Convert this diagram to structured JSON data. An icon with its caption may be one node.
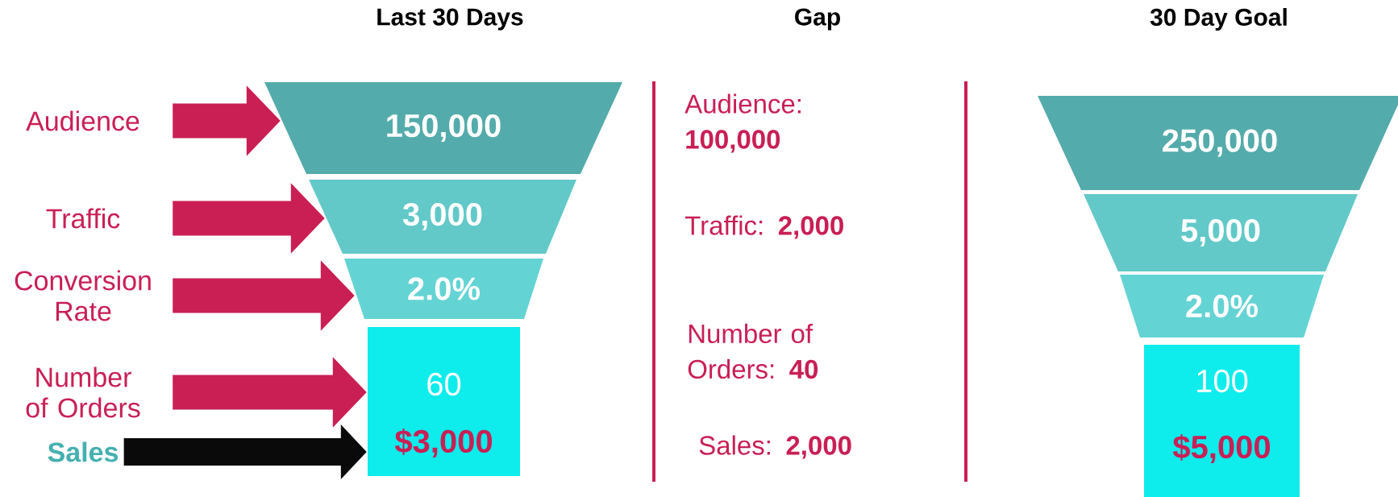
{
  "diagram": {
    "nodes": [
      {
        "text": [
          "Audience"
        ]
      },
      {
        "text": [
          "150,000"
        ]
      },
      {
        "text": [
          "Traffic"
        ]
      },
      {
        "text": [
          "3,000"
        ]
      },
      {
        "text": [
          "Conversion Rate"
        ]
      },
      {
        "text": [
          "2.0%"
        ]
      },
      {
        "text": [
          "Number of Orders"
        ]
      },
      {
        "text": [
          "60",
          "$3,000"
        ]
      },
      {
        "text": [
          "Sales"
        ]
      },
      {
        "text": [
          "250,000"
        ]
      },
      {
        "text": [
          "5,000"
        ]
      },
      {
        "text": [
          "2.0%"
        ]
      },
      {
        "text": [
          "100",
          "$5,000"
        ]
      }
    ],
    "edges": [
      {
        "from": 0,
        "to": 1,
        "arrow": "to"
      },
      {
        "from": 2,
        "to": 3,
        "arrow": "to"
      },
      {
        "from": 4,
        "to": 5,
        "arrow": "to"
      },
      {
        "from": 6,
        "to": 7,
        "arrow": "to"
      },
      {
        "from": 8,
        "to": 7,
        "arrow": "to",
        "color": "#0a0a0a"
      }
    ],
    "labels": [
      "Last 30 Days",
      "Gap",
      "30 Day Goal",
      "Audience: **100,000**",
      "Traffic: **2,000**",
      "Number of Orders: **40**",
      "Sales: **2,000**"
    ]
  }
}
